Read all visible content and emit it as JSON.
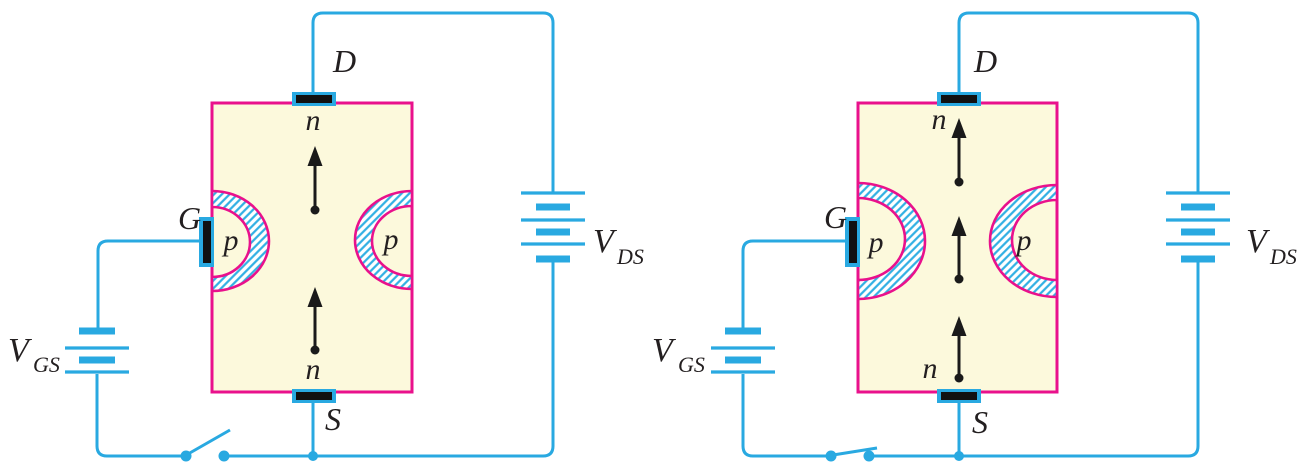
{
  "colors": {
    "wire_blue": "#29A9E1",
    "junction_pink": "#E9118C",
    "channel_yellow": "#FCF9DC",
    "terminal_black": "#111111",
    "hatch_blue": "#2FAFE3"
  },
  "left_diagram": {
    "drain_label": "D",
    "gate_label": "G",
    "source_label": "S",
    "channel_top_label": "n",
    "channel_bottom_label": "n",
    "p_region_left_label": "p",
    "p_region_right_label": "p",
    "gate_supply": {
      "symbol": "V",
      "subscript": "GS"
    },
    "drain_supply": {
      "symbol": "V",
      "subscript": "DS"
    }
  },
  "right_diagram": {
    "drain_label": "D",
    "gate_label": "G",
    "source_label": "S",
    "channel_top_label": "n",
    "channel_bottom_label": "n",
    "p_region_left_label": "p",
    "p_region_right_label": "p",
    "gate_supply": {
      "symbol": "V",
      "subscript": "GS"
    },
    "drain_supply": {
      "symbol": "V",
      "subscript": "DS"
    }
  }
}
